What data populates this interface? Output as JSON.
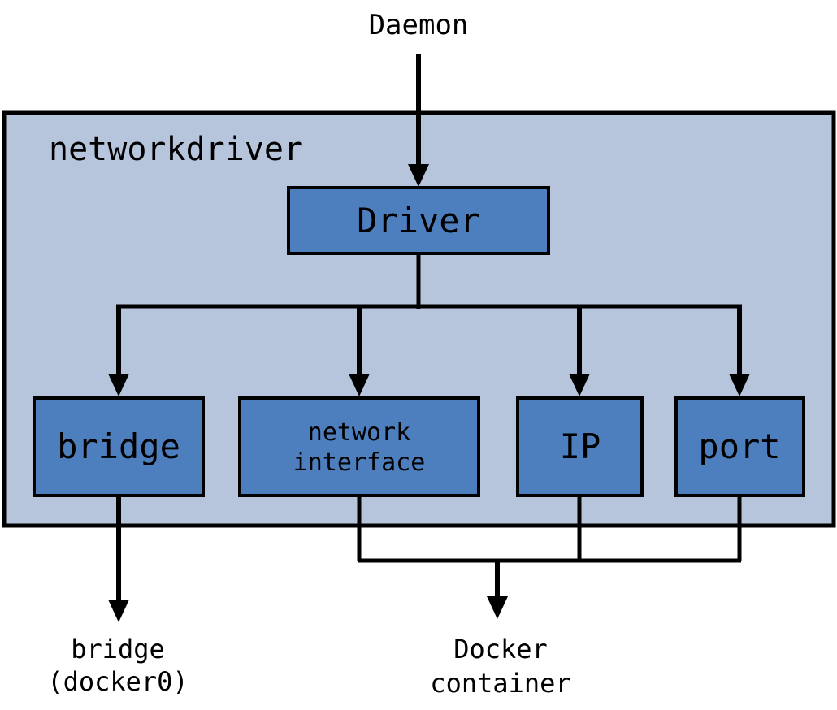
{
  "diagram": {
    "colors": {
      "container_fill": "#b6c4dc",
      "box_fill": "#4d7ebd",
      "line": "#000000"
    },
    "daemon_label": "Daemon",
    "networkdriver_label": "networkdriver",
    "driver_label": "Driver",
    "bridge_label": "bridge",
    "network_interface_line1": "network",
    "network_interface_line2": "interface",
    "ip_label": "IP",
    "port_label": "port",
    "bridge_docker0_line1": "bridge",
    "bridge_docker0_line2": "(docker0)",
    "docker_container_line1": "Docker",
    "docker_container_line2": "container"
  }
}
